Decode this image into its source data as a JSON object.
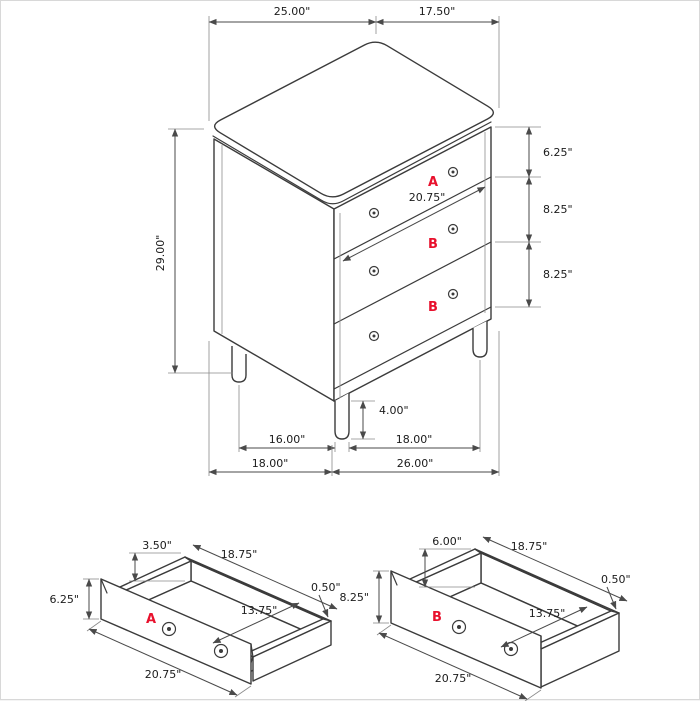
{
  "colors": {
    "label_red": "#e8112d",
    "line": "#3b3b3b",
    "dimension": "#1b1b1b"
  },
  "chest": {
    "dims": {
      "top_width": "25.00\"",
      "top_depth": "17.50\"",
      "overall_height": "29.00\"",
      "drawer_a_front_height": "6.25\"",
      "drawer_b1_front_height": "8.25\"",
      "drawer_b2_front_height": "8.25\"",
      "drawer_opening_width": "20.75\"",
      "leg_height": "4.00\"",
      "leg_span_depth": "16.00\"",
      "leg_span_width": "18.00\"",
      "overall_depth": "18.00\"",
      "overall_width": "26.00\""
    },
    "drawer_labels": {
      "top": "A",
      "middle": "B",
      "bottom": "B"
    }
  },
  "drawer_a_detail": {
    "label": "A",
    "dims": {
      "back_height": "3.50\"",
      "interior_width": "18.75\"",
      "wall_thickness": "0.50\"",
      "interior_depth": "13.75\"",
      "front_height": "6.25\"",
      "overall_width": "20.75\""
    }
  },
  "drawer_b_detail": {
    "label": "B",
    "dims": {
      "back_height": "6.00\"",
      "interior_width": "18.75\"",
      "wall_thickness": "0.50\"",
      "interior_depth": "13.75\"",
      "front_height": "8.25\"",
      "overall_width": "20.75\""
    }
  }
}
